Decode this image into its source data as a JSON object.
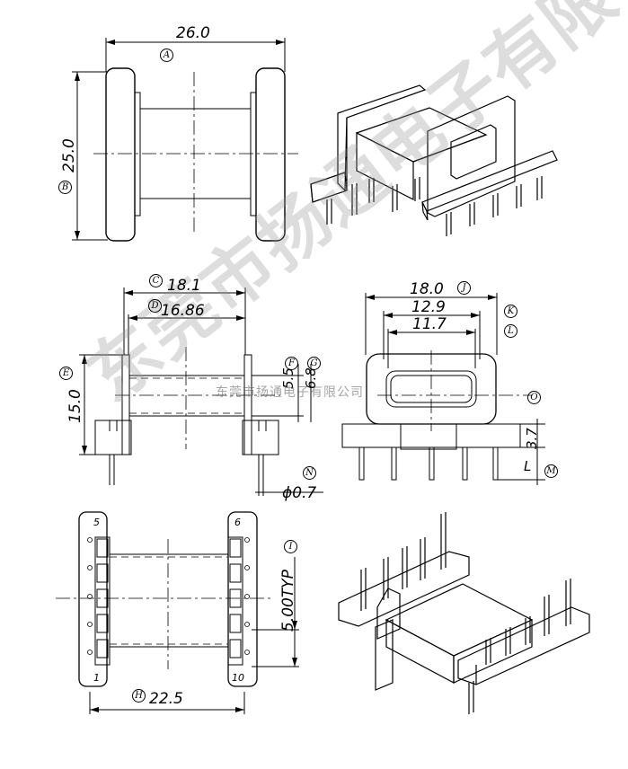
{
  "dimensions": {
    "a_width": "26.0",
    "b_height": "25.0",
    "c_length": "18.1",
    "d_length": "16.86",
    "e_height": "15.0",
    "f_dim": "5.5",
    "g_dim": "6.8",
    "top_18": "18.0",
    "top_12": "12.9",
    "top_11": "11.7",
    "dim_3_7": "3.7",
    "pin_dia": "ϕ0.7",
    "pitch": "5.00TYP",
    "h_width": "22.5",
    "m_dim": "L"
  },
  "markers": {
    "A": "A",
    "B": "B",
    "C": "C",
    "D": "D",
    "E": "E",
    "F": "F",
    "G": "G",
    "H": "H",
    "I": "I",
    "J": "J",
    "K": "K",
    "L": "L",
    "M": "M",
    "N": "N",
    "O": "O"
  },
  "pins": {
    "p1": "1",
    "p5": "5",
    "p6": "6",
    "p10": "10"
  },
  "watermark": {
    "big": "东莞市扬通电子有限公司",
    "small": "东莞市扬通电子有限公司"
  }
}
